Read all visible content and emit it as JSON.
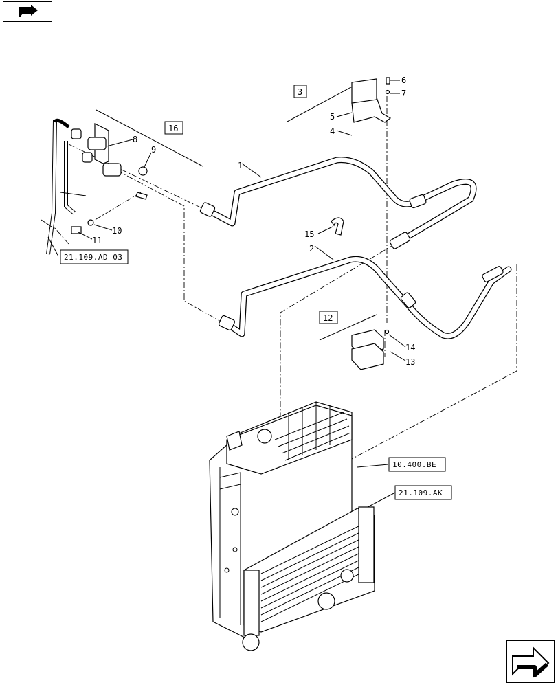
{
  "navigation": {
    "top_button_icon": "back-arrow-icon",
    "bottom_button_icon": "forward-arrow-icon"
  },
  "callouts": [
    {
      "id": "c1",
      "label": "1"
    },
    {
      "id": "c2",
      "label": "2"
    },
    {
      "id": "c4",
      "label": "4"
    },
    {
      "id": "c5",
      "label": "5"
    },
    {
      "id": "c6",
      "label": "6"
    },
    {
      "id": "c7",
      "label": "7"
    },
    {
      "id": "c8",
      "label": "8"
    },
    {
      "id": "c9",
      "label": "9"
    },
    {
      "id": "c10",
      "label": "10"
    },
    {
      "id": "c11",
      "label": "11"
    },
    {
      "id": "c13",
      "label": "13"
    },
    {
      "id": "c14",
      "label": "14"
    },
    {
      "id": "c15",
      "label": "15"
    }
  ],
  "boxed_refs": [
    {
      "id": "b3",
      "label": "3"
    },
    {
      "id": "b12",
      "label": "12"
    },
    {
      "id": "b16",
      "label": "16"
    }
  ],
  "section_refs": [
    {
      "id": "r1",
      "label": "21.109.AD 03"
    },
    {
      "id": "r2",
      "label": "10.400.BE"
    },
    {
      "id": "r3",
      "label": "21.109.AK"
    }
  ]
}
